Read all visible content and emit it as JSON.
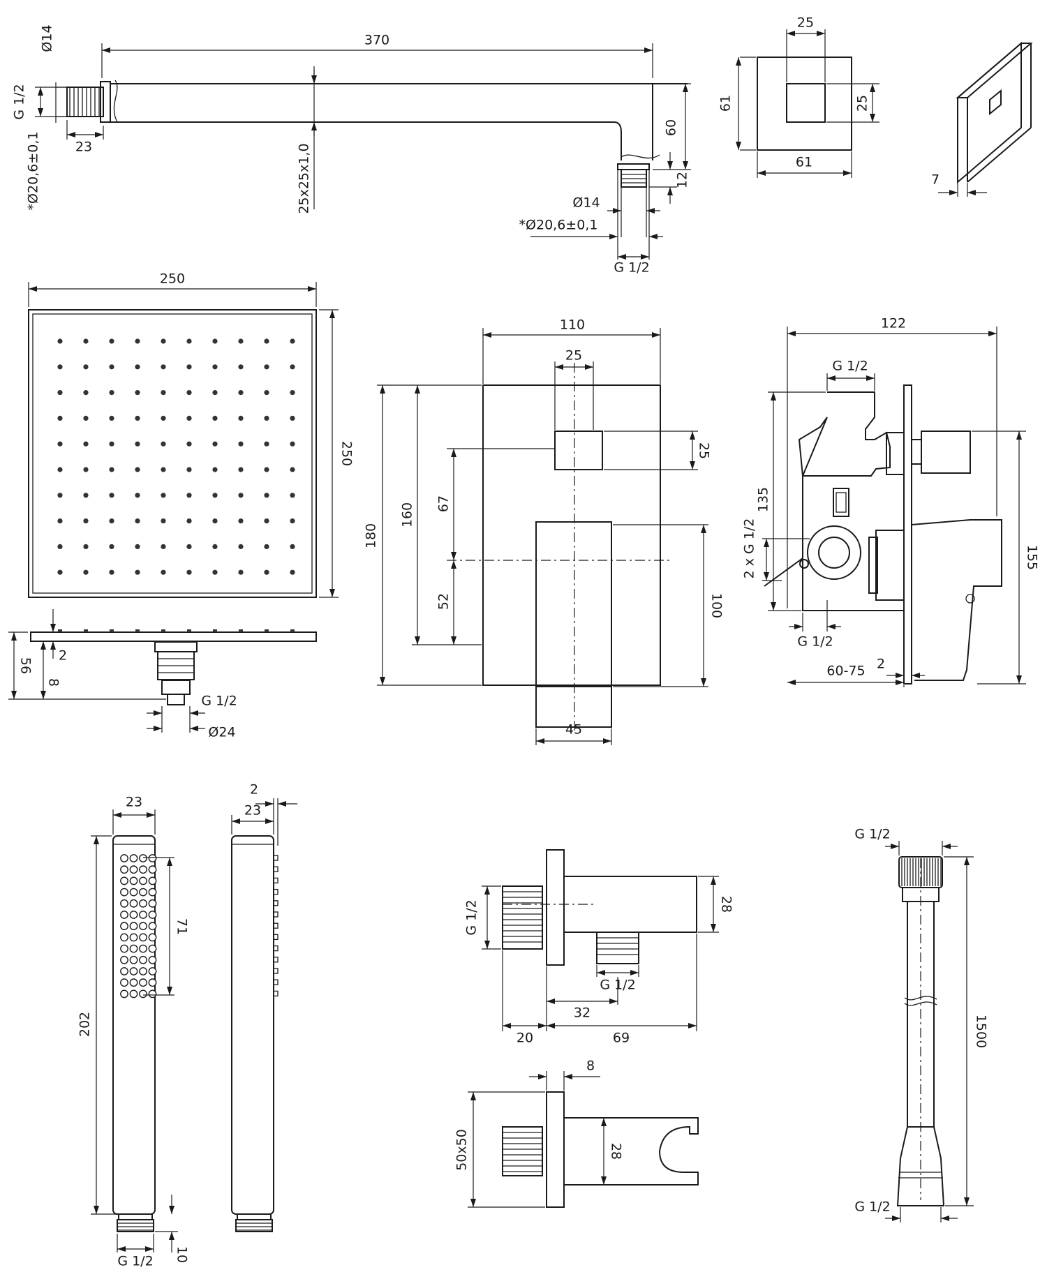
{
  "arm": {
    "length": "370",
    "dia_top": "Ø14",
    "thread_left": "G 1/2",
    "dia_left": "*Ø20,6±0,1",
    "thread_len": "23",
    "section": "25x25x1,0",
    "drop": "60",
    "end_len": "12",
    "dia_end": "Ø14",
    "dia_end2": "*Ø20,6±0,1",
    "thread_end": "G 1/2"
  },
  "flange": {
    "top_width": "25",
    "height": "61",
    "inner_height": "25",
    "width": "61",
    "thickness": "7"
  },
  "head": {
    "width": "250",
    "height": "250",
    "plate": "2",
    "total_height": "56",
    "neck": "8",
    "thread": "G 1/2",
    "dia": "Ø24"
  },
  "mixer_front": {
    "width": "110",
    "knob_width": "25",
    "height": "180",
    "inner_height": "160",
    "knob_height": "25",
    "upper": "67",
    "lower": "52",
    "lever_height": "100",
    "lever_width": "45"
  },
  "mixer_side": {
    "depth": "122",
    "thread_top": "G 1/2",
    "height": "135",
    "thread_outlets": "2 x G 1/2",
    "total_height": "155",
    "thread_bottom": "G 1/2",
    "range": "60-75",
    "plate": "2"
  },
  "hand_shower": {
    "width": "23",
    "spray_len": "71",
    "length": "202",
    "thread": "G 1/2",
    "thread_len": "10",
    "side_width": "23",
    "side_gap": "2"
  },
  "elbow": {
    "thread_left": "G 1/2",
    "height": "28",
    "thread_bottom": "G 1/2",
    "offset": "32",
    "flange_depth": "20",
    "body_len": "69"
  },
  "holder": {
    "plate": "8",
    "size": "50x50",
    "height": "28"
  },
  "hose": {
    "thread_top": "G 1/2",
    "length": "1500",
    "thread_bottom": "G 1/2"
  }
}
